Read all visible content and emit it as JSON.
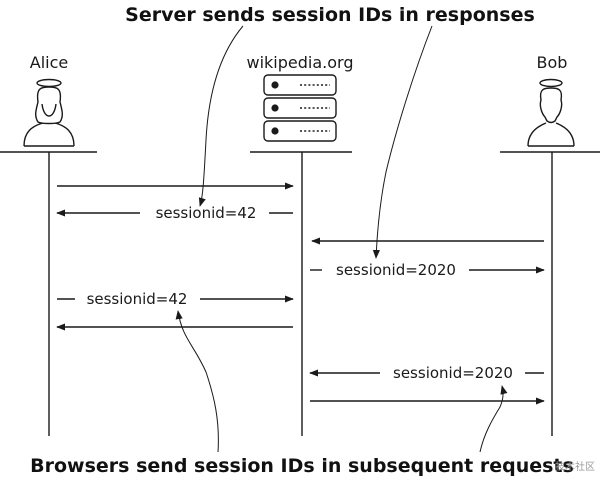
{
  "callouts": {
    "top": "Server sends session IDs in responses",
    "bottom": "Browsers send session IDs in subsequent requests"
  },
  "actors": {
    "alice": {
      "label": "Alice",
      "icon": "person-icon"
    },
    "server": {
      "label": "wikipedia.org",
      "icon": "server-icon"
    },
    "bob": {
      "label": "Bob",
      "icon": "person-icon"
    }
  },
  "messages": [
    {
      "label": ""
    },
    {
      "label": "sessionid=42"
    },
    {
      "label": ""
    },
    {
      "label": "sessionid=2020"
    },
    {
      "label": "sessionid=42"
    },
    {
      "label": ""
    },
    {
      "label": "sessionid=2020"
    },
    {
      "label": ""
    }
  ],
  "watermark": "技术社区",
  "colors": {
    "ink": "#1a1a1a"
  }
}
